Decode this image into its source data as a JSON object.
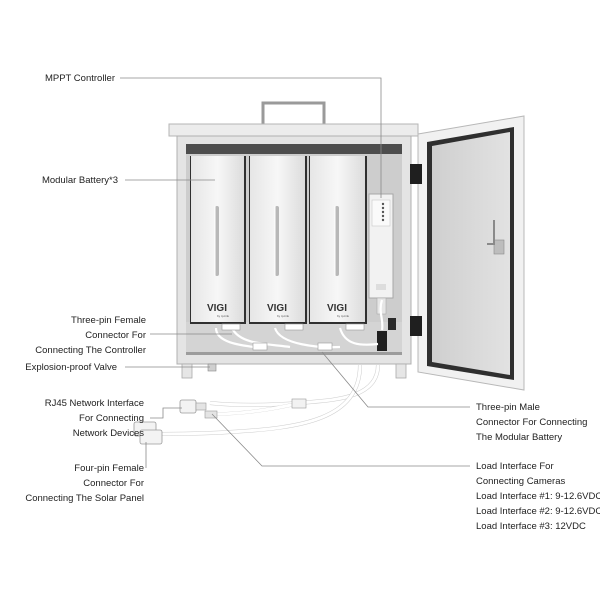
{
  "labels": {
    "mppt": "MPPT Controller",
    "modular_battery": "Modular Battery*3",
    "three_pin_female": [
      "Three-pin Female",
      "Connector For",
      "Connecting The Controller"
    ],
    "valve": "Explosion-proof Valve",
    "rj45": [
      "RJ45 Network Interface",
      "For Connecting",
      "Network Devices"
    ],
    "four_pin_female": [
      "Four-pin Female",
      "Connector For",
      "Connecting The Solar Panel"
    ],
    "three_pin_male": [
      "Three-pin Male",
      "Connector For Connecting",
      "The Modular Battery"
    ],
    "load_interface": [
      "Load Interface For",
      "Connecting Cameras",
      "Load Interface #1: 9-12.6VDC",
      "Load Interface #2: 9-12.6VDC",
      "Load Interface #3: 12VDC"
    ]
  },
  "battery_brand": "VIGI",
  "battery_sub": "by tp-link",
  "colors": {
    "line": "#8a8a8a",
    "cabinet": "#e9e9e9",
    "cabinet_dark": "#555555",
    "interior": "#cfcfcf"
  }
}
